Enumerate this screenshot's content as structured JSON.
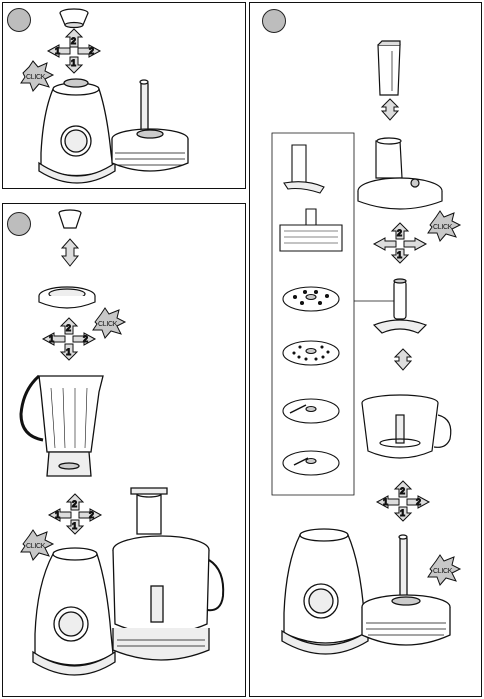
{
  "panels": [
    {
      "id": "panel-1"
    },
    {
      "id": "panel-2"
    },
    {
      "id": "panel-3"
    }
  ],
  "labels": {
    "click": "CLICK",
    "step1": "1",
    "step2": "2"
  },
  "colors": {
    "badge_fill": "#bdbdbd",
    "line": "#111111",
    "arrow_fill": "#dddddd",
    "background": "#ffffff"
  }
}
